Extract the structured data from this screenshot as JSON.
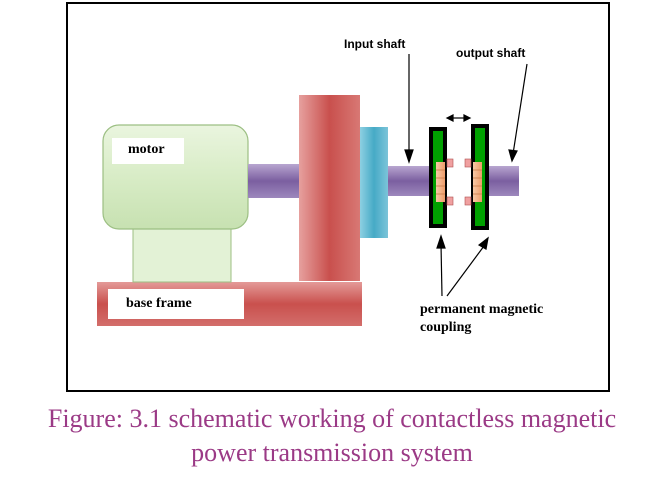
{
  "labels": {
    "motor": "motor",
    "base_frame": "base frame",
    "input_shaft": "Input shaft",
    "output_shaft": "output shaft",
    "coupling_line1": "permanent magnetic",
    "coupling_line2": "coupling"
  },
  "caption": {
    "line1": "Figure: 3.1 schematic working of contactless magnetic",
    "line2": "power transmission system"
  },
  "colors": {
    "motor": "#dff0d0",
    "base_frame": "#c0504d",
    "gearbox": "#c0504d",
    "shaft": "#8064a2",
    "bearing": "#4bacc6",
    "coupling_disc": "#00a000",
    "magnet": "#f4b183",
    "caption": "#9b3a86"
  }
}
